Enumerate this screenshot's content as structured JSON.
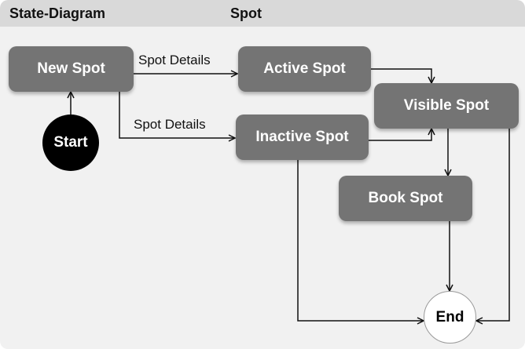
{
  "header": {
    "title": "State-Diagram",
    "subject": "Spot"
  },
  "states": {
    "new_spot": "New Spot",
    "active_spot": "Active Spot",
    "visible_spot": "Visible Spot",
    "inactive_spot": "Inactive Spot",
    "book_spot": "Book Spot"
  },
  "terminals": {
    "start": "Start",
    "end": "End"
  },
  "transitions": {
    "new_to_active": "Spot Details",
    "new_to_inactive": "Spot Details"
  }
}
